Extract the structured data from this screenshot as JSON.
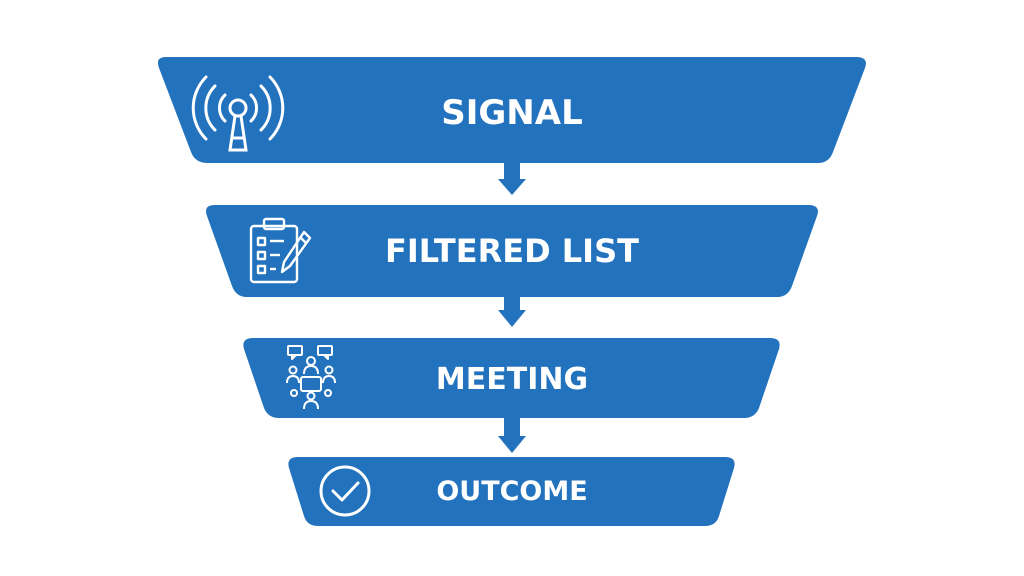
{
  "colors": {
    "tier_fill": "#2272BE",
    "arrow": "#2272BE",
    "icon_stroke": "#ffffff",
    "text": "#ffffff",
    "background": "#ffffff"
  },
  "tiers": [
    {
      "label": "SIGNAL",
      "icon": "signal-tower-icon"
    },
    {
      "label": "FILTERED LIST",
      "icon": "clipboard-checklist-icon"
    },
    {
      "label": "MEETING",
      "icon": "team-meeting-icon"
    },
    {
      "label": "OUTCOME",
      "icon": "check-circle-icon"
    }
  ]
}
